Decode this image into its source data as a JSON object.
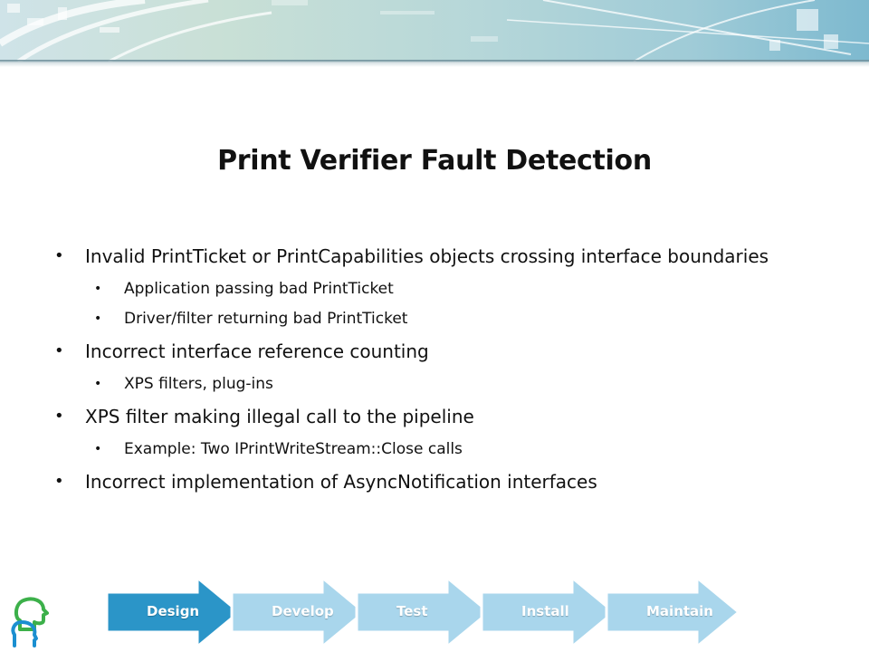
{
  "slide": {
    "title": "Print Verifier Fault Detection",
    "bullets": [
      {
        "text": "Invalid PrintTicket or PrintCapabilities objects crossing interface boundaries",
        "sub": [
          "Application passing bad PrintTicket",
          "Driver/filter returning bad PrintTicket"
        ]
      },
      {
        "text": "Incorrect interface reference counting",
        "sub": [
          "XPS filters, plug-ins"
        ]
      },
      {
        "text": "XPS filter making illegal call to the pipeline",
        "sub": [
          "Example: Two IPrintWriteStream::Close calls"
        ]
      },
      {
        "text": "Incorrect implementation of AsyncNotification interfaces",
        "sub": []
      }
    ]
  },
  "footer": {
    "steps": [
      "Design",
      "Develop",
      "Test",
      "Install",
      "Maintain"
    ],
    "active_step": "Design"
  },
  "colors": {
    "active": "#2b95c8",
    "inactive": "#a9d6ec",
    "text": "#111111"
  },
  "icons": {
    "logo": "people-heads-icon",
    "bullet": "bullet-dot-icon"
  }
}
